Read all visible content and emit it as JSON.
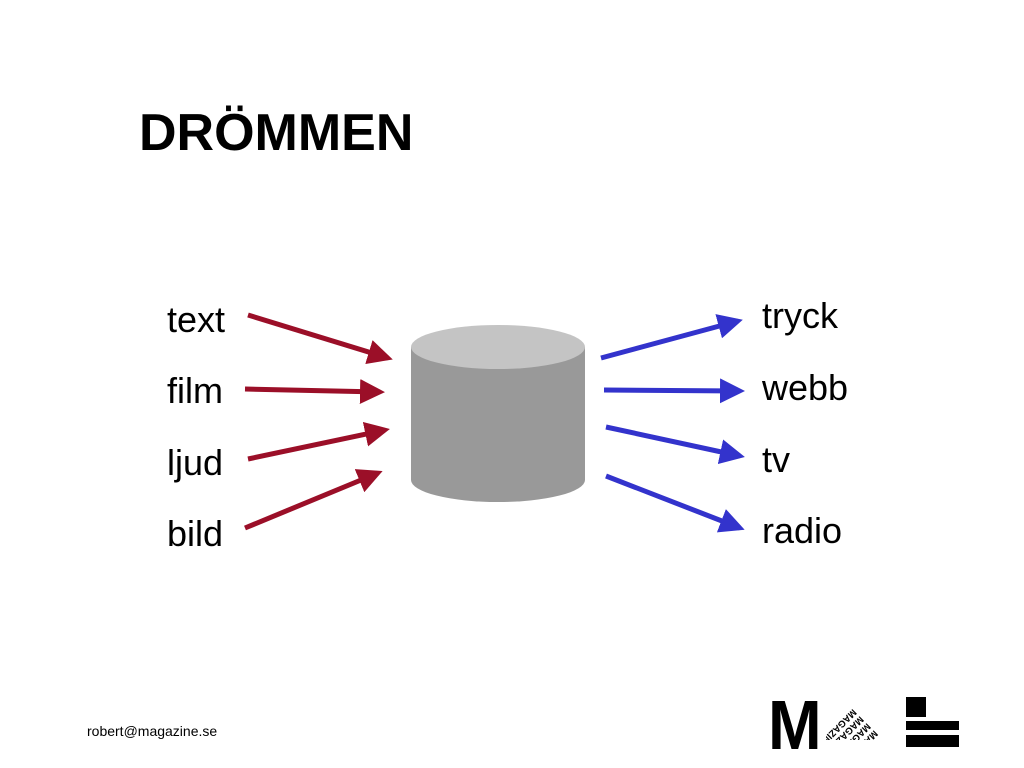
{
  "slide": {
    "title": "DRÖMMEN",
    "footer_email": "robert@magazine.se"
  },
  "inputs": [
    "text",
    "film",
    "ljud",
    "bild"
  ],
  "outputs": [
    "tryck",
    "webb",
    "tv",
    "radio"
  ],
  "logo": {
    "letter": "M",
    "stamp_text": "MAGAZINE"
  },
  "colors": {
    "input_arrow": "#9b0f28",
    "output_arrow": "#3333cc",
    "cylinder_body": "#999999",
    "cylinder_top": "#c4c4c4"
  }
}
